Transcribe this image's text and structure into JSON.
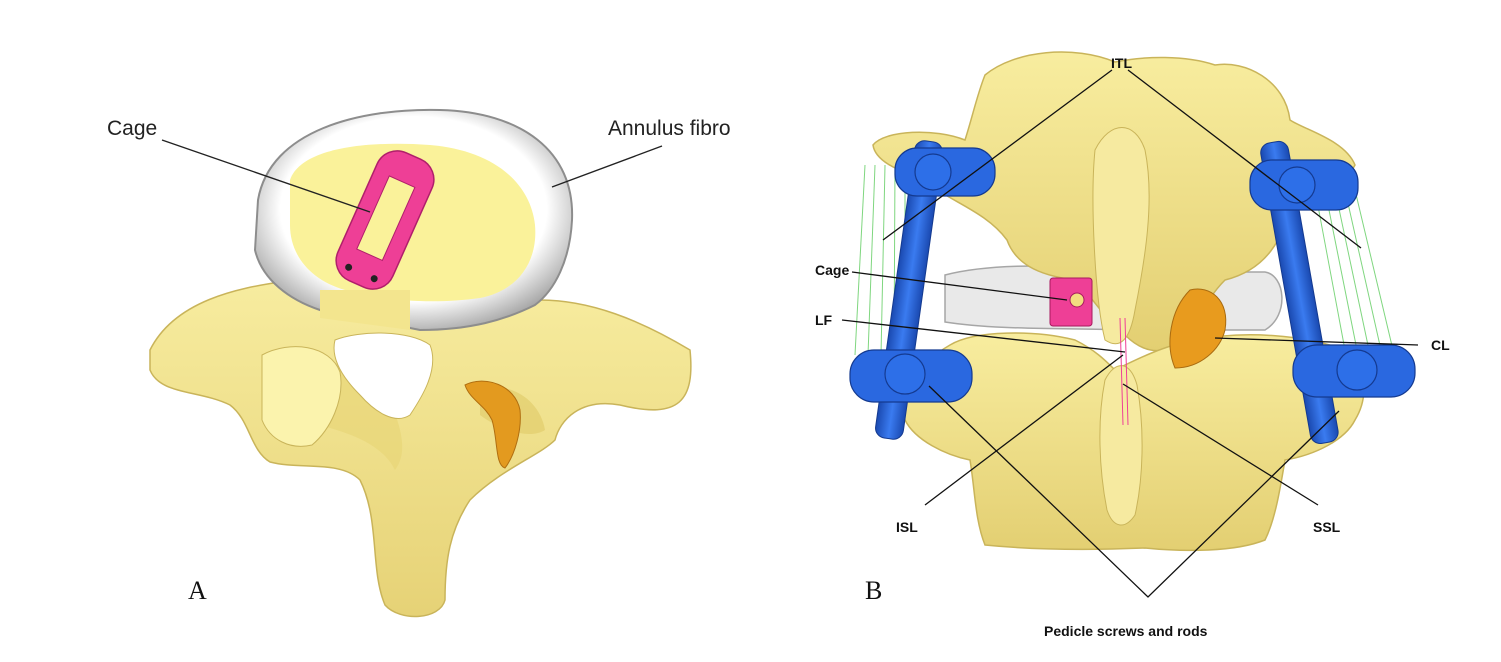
{
  "panel_a": {
    "letter": "A",
    "labels": {
      "cage": "Cage",
      "annulus": "Annulus fibro"
    }
  },
  "panel_b": {
    "letter": "B",
    "labels": {
      "itl": "ITL",
      "cage": "Cage",
      "lf": "LF",
      "cl": "CL",
      "isl": "ISL",
      "ssl": "SSL",
      "pedicle": "Pedicle screws and rods"
    }
  },
  "colors": {
    "bone": "#f3e58e",
    "bone_shade": "#d9c46a",
    "nucleus": "#faf29a",
    "annulus": "#e6e6e6",
    "cage": "#ee3f96",
    "rod": "#1f5fd6",
    "cartilage": "#e89b1e",
    "ligament_green": "#7fd67f"
  }
}
